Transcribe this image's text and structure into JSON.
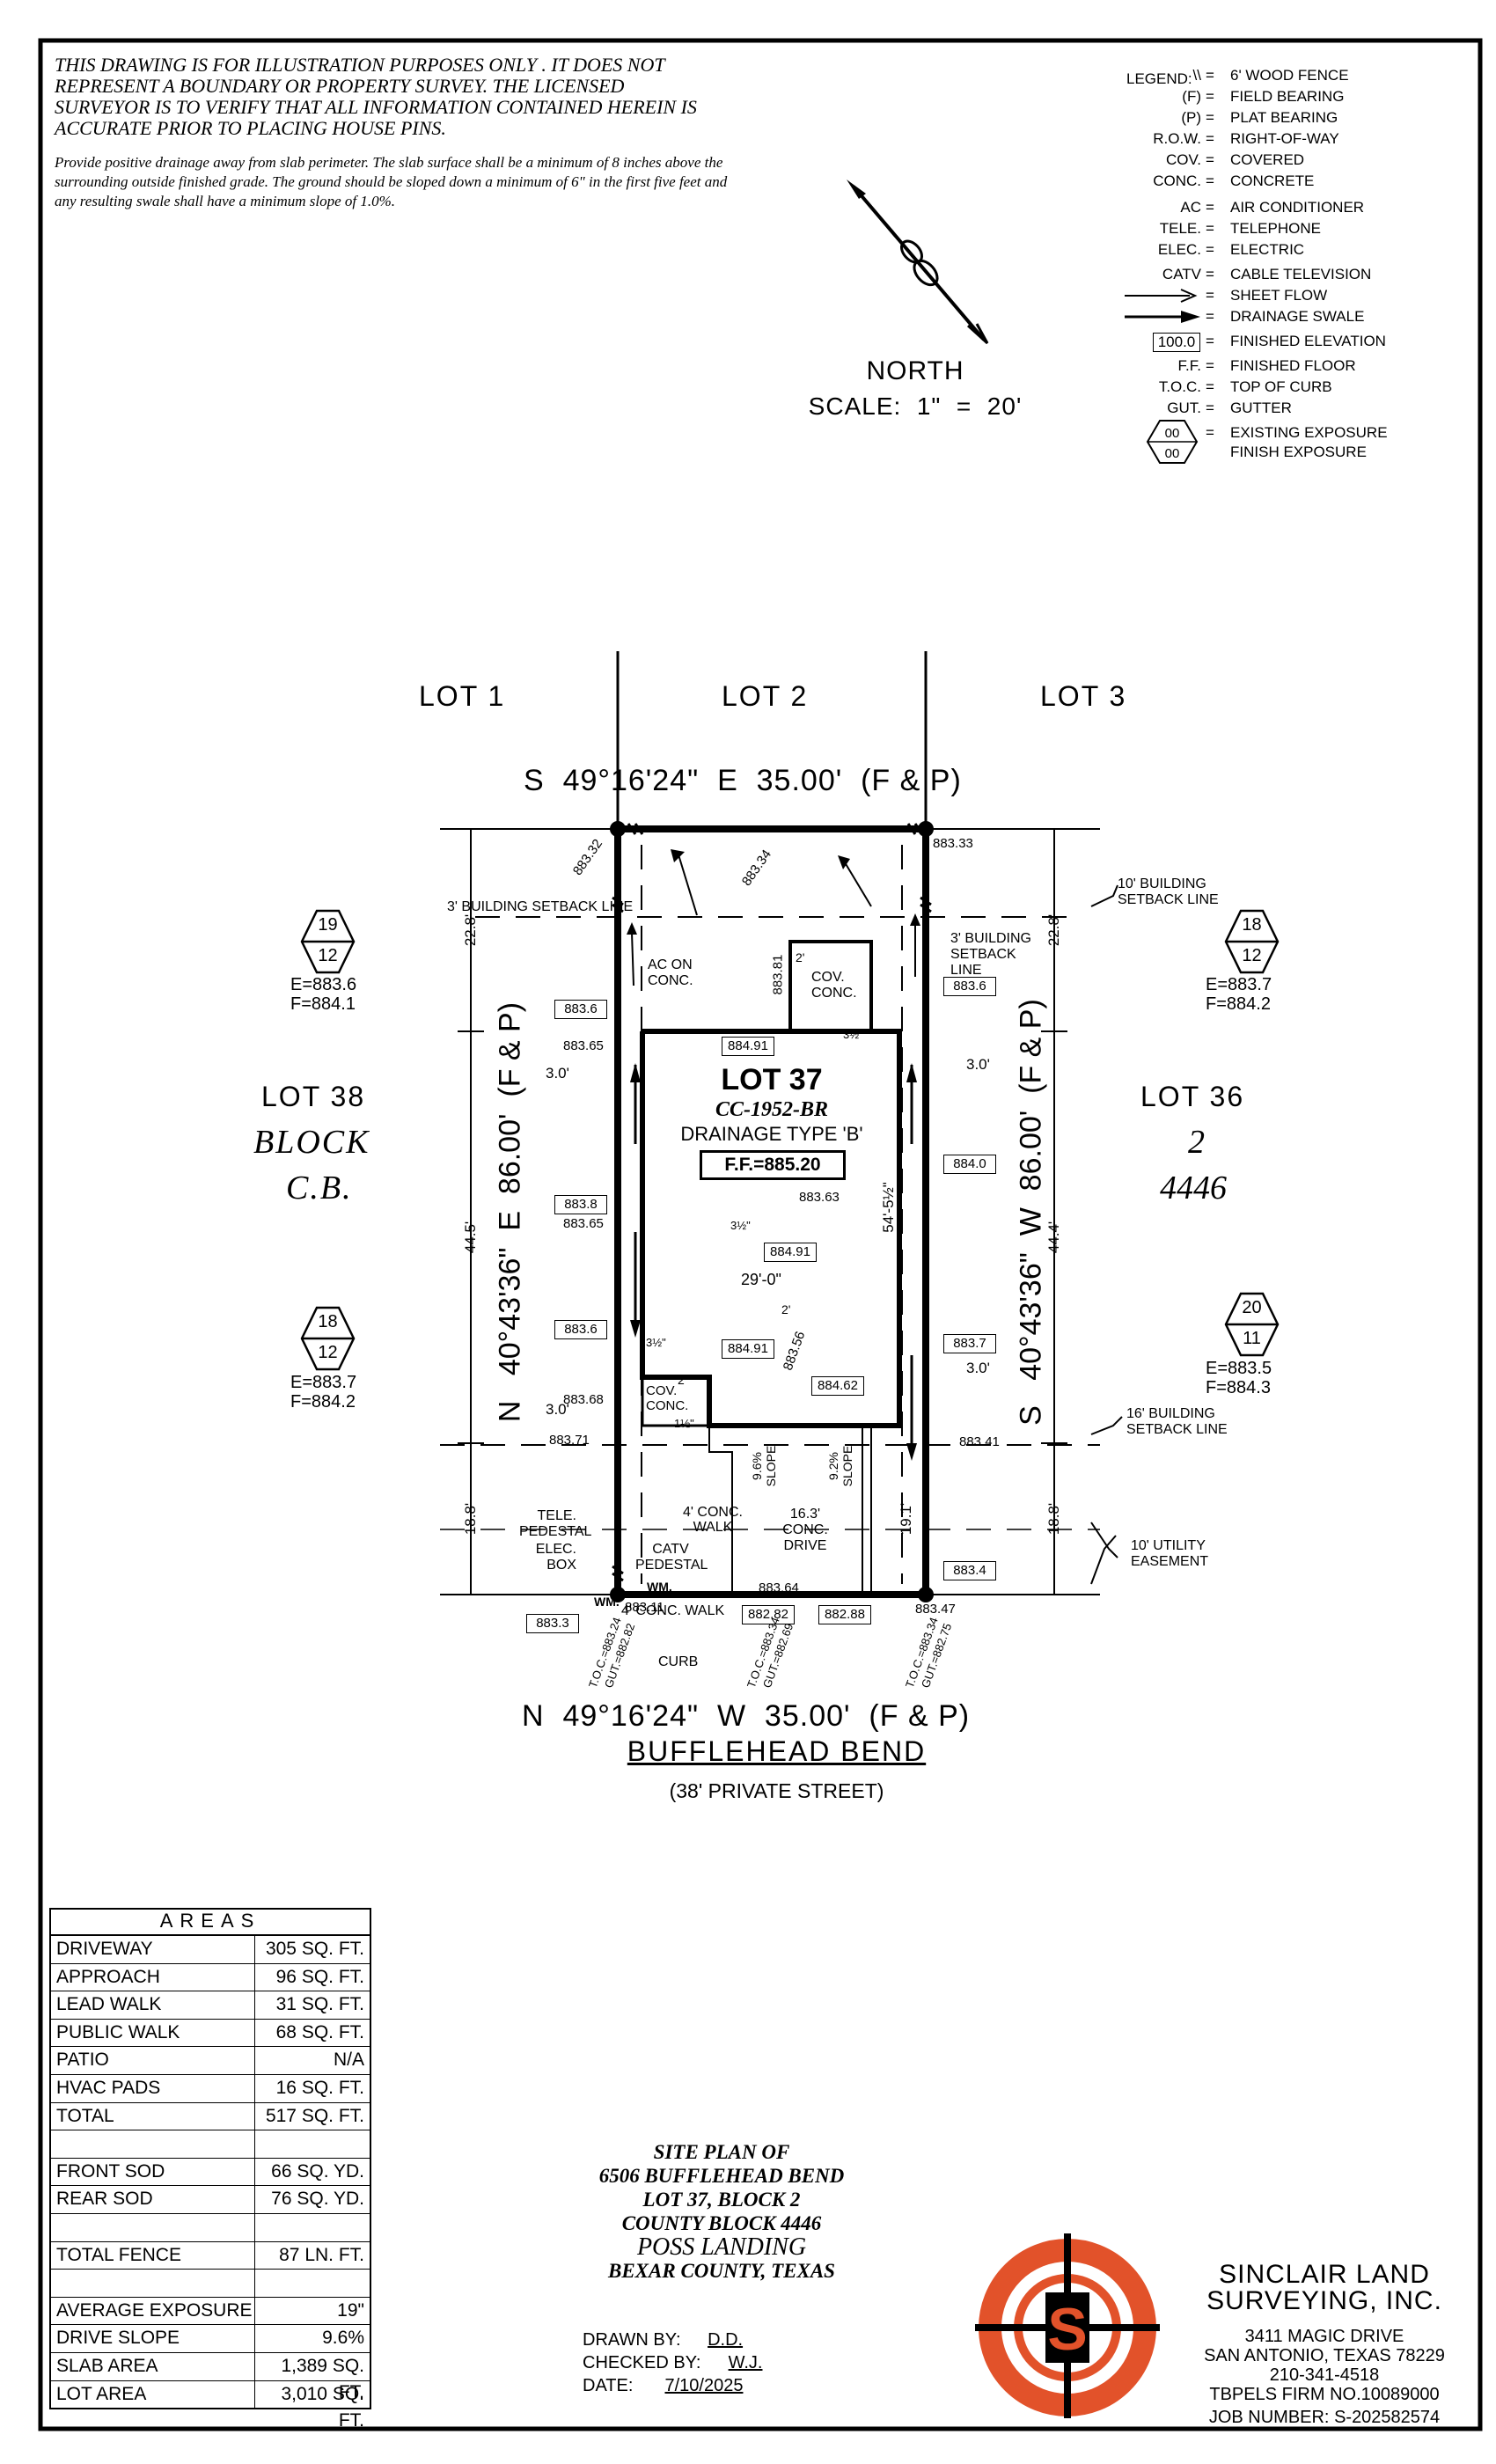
{
  "notes": {
    "disclaimer": "THIS DRAWING IS FOR ILLUSTRATION PURPOSES ONLY . IT DOES NOT REPRESENT A BOUNDARY OR PROPERTY SURVEY. THE LICENSED SURVEYOR IS TO VERIFY THAT ALL INFORMATION CONTAINED HEREIN IS ACCURATE PRIOR TO PLACING HOUSE PINS.",
    "drainage": "Provide positive drainage away from slab perimeter. The slab surface shall be a minimum of 8 inches above the surrounding outside finished grade. The ground should be sloped down a minimum of 6\" in the first five feet and any resulting swale shall have a minimum slope of 1.0%."
  },
  "north": {
    "label": "NORTH",
    "scale": "SCALE:  1\"  =  20'"
  },
  "legend": {
    "title": "LEGEND:",
    "items": [
      {
        "abbr": "\\\\",
        "eq": "=",
        "def": "6' WOOD FENCE"
      },
      {
        "abbr": "(F)",
        "eq": "=",
        "def": "FIELD BEARING"
      },
      {
        "abbr": "(P)",
        "eq": "=",
        "def": "PLAT BEARING"
      },
      {
        "abbr": "R.O.W.",
        "eq": "=",
        "def": "RIGHT-OF-WAY"
      },
      {
        "abbr": "COV.",
        "eq": "=",
        "def": "COVERED"
      },
      {
        "abbr": "CONC.",
        "eq": "=",
        "def": "CONCRETE"
      },
      {
        "abbr": "AC",
        "eq": "=",
        "def": "AIR CONDITIONER"
      },
      {
        "abbr": "TELE.",
        "eq": "=",
        "def": "TELEPHONE"
      },
      {
        "abbr": "ELEC.",
        "eq": "=",
        "def": "ELECTRIC"
      },
      {
        "abbr": "CATV",
        "eq": "=",
        "def": "CABLE TELEVISION"
      },
      {
        "abbr": "",
        "eq": "=",
        "def": "SHEET FLOW"
      },
      {
        "abbr": "",
        "eq": "=",
        "def": "DRAINAGE SWALE"
      },
      {
        "abbr": "100.0",
        "eq": "=",
        "def": "FINISHED ELEVATION"
      },
      {
        "abbr": "F.F.",
        "eq": "=",
        "def": "FINISHED FLOOR"
      },
      {
        "abbr": "T.O.C.",
        "eq": "=",
        "def": "TOP OF CURB"
      },
      {
        "abbr": "GUT.",
        "eq": "=",
        "def": "GUTTER"
      },
      {
        "abbr": "",
        "eq": "=",
        "def": "EXISTING EXPOSURE"
      },
      {
        "abbr": "",
        "eq": "",
        "def": "FINISH EXPOSURE"
      }
    ],
    "hex_sample_top": "00",
    "hex_sample_bottom": "00"
  },
  "plan": {
    "lot_1": "LOT 1",
    "lot_2": "LOT 2",
    "lot_3": "LOT 3",
    "lot_38": "LOT 38",
    "block_label": "BLOCK",
    "block_cb": "C.B.",
    "lot_36": "LOT 36",
    "block_2": "2",
    "county_block": "4446",
    "top_bearing": "S  49°16'24\"  E  35.00'  (F & P)",
    "bottom_bearing": "N  49°16'24\"  W  35.00'  (F & P)",
    "left_bearing": "N   40°43'36\"  E  86.00'  (F & P)",
    "right_bearing": "S   40°43'36\"  W  86.00'  (F & P)",
    "street_name": "BUFFLEHEAD BEND",
    "street_type": "(38' PRIVATE STREET)",
    "lot_number": "LOT 37",
    "plan_code": "CC-1952-BR",
    "drainage_type": "DRAINAGE TYPE 'B'",
    "ff": "F.F.=885.20",
    "dim_22_8": "22.8'",
    "dim_44_5": "44.5'",
    "dim_44_4": "44.4'",
    "dim_18_8": "18.8'",
    "dim_19_1": "19.1'",
    "dim_3_0": "3.0'",
    "dim_29": "29'-0\"",
    "dim_54": "54'-5½\"",
    "dim_16_3": "16.3'",
    "setback_10": "10' BUILDING SETBACK LINE",
    "setback_3_left": "3' BUILDING SETBACK LINE",
    "setback_3_right": "3' BUILDING SETBACK LINE",
    "setback_16": "16' BUILDING SETBACK LINE",
    "utility_easement": "10' UTILITY EASEMENT",
    "ac_on_conc": "AC ON CONC.",
    "cov_conc": "COV. CONC.",
    "conc_walk": "4' CONC. WALK",
    "conc_walk_front": "4' CONC. WALK",
    "conc_drive": "16.3' CONC. DRIVE",
    "tele_pedestal": "TELE. PEDESTAL",
    "elec_box": "ELEC. BOX",
    "catv_pedestal": "CATV PEDESTAL",
    "curb": "CURB",
    "slope_1": "9.6% SLOPE",
    "slope_2": "9.2% SLOPE",
    "wm": "WM.",
    "hex_left_1": [
      "19",
      "12"
    ],
    "hex_left_1_e": "E=883.6",
    "hex_left_1_f": "F=884.1",
    "hex_left_2": [
      "18",
      "12"
    ],
    "hex_left_2_e": "E=883.7",
    "hex_left_2_f": "F=884.2",
    "hex_right_1": [
      "18",
      "12"
    ],
    "hex_right_1_e": "E=883.7",
    "hex_right_1_f": "F=884.2",
    "hex_right_2": [
      "20",
      "11"
    ],
    "hex_right_2_e": "E=883.5",
    "hex_right_2_f": "F=884.3",
    "elevations": {
      "e883_32": "883.32",
      "e883_34": "883.34",
      "e883_33": "883.33",
      "e883_81": "883.81",
      "e883_6a": "883.6",
      "e883_6b": "883.6",
      "e883_65a": "883.65",
      "e884_91a": "884.91",
      "e884_0": "884.0",
      "e883_8": "883.8",
      "e883_65b": "883.65",
      "e883_63": "883.63",
      "e884_91b": "884.91",
      "e883_6c": "883.6",
      "e884_91c": "884.91",
      "e883_56": "883.56",
      "e883_7": "883.7",
      "e884_62": "884.62",
      "e883_68": "883.68",
      "e883_71": "883.71",
      "e883_41": "883.41",
      "e883_4": "883.4",
      "e883_64": "883.64",
      "e883_3": "883.3",
      "e883_11": "883.11",
      "e882_82": "882.82",
      "e882_88": "882.88",
      "e883_47": "883.47"
    },
    "toc_1": "T.O.C.=883.24",
    "gut_1": "GUT.=882.82",
    "toc_2": "T.O.C.=883.34",
    "gut_2": "GUT.=882.69",
    "toc_3": "T.O.C.=883.34",
    "gut_3": "GUT.=882.75",
    "exp_1": "3½\"",
    "exp_2": "3½\"",
    "exp_3": "3½\"",
    "exp_4": "1½\"",
    "two_a": "2'",
    "two_b": "2'",
    "two_c": "2'"
  },
  "areas": {
    "title": "AREAS",
    "rows": [
      {
        "k": "DRIVEWAY",
        "v": "305 SQ. FT."
      },
      {
        "k": "APPROACH",
        "v": "96 SQ. FT."
      },
      {
        "k": "LEAD WALK",
        "v": "31 SQ. FT."
      },
      {
        "k": "PUBLIC WALK",
        "v": "68 SQ. FT."
      },
      {
        "k": "PATIO",
        "v": "N/A"
      },
      {
        "k": "HVAC PADS",
        "v": "16 SQ. FT."
      },
      {
        "k": "TOTAL",
        "v": "517 SQ. FT."
      },
      {
        "k": "",
        "v": ""
      },
      {
        "k": "FRONT SOD",
        "v": "66 SQ. YD."
      },
      {
        "k": "REAR SOD",
        "v": "76 SQ. YD."
      },
      {
        "k": "",
        "v": ""
      },
      {
        "k": "TOTAL FENCE",
        "v": "87 LN. FT."
      },
      {
        "k": "",
        "v": ""
      },
      {
        "k": "AVERAGE EXPOSURE",
        "v": "19\""
      },
      {
        "k": "DRIVE SLOPE",
        "v": "9.6%"
      },
      {
        "k": "SLAB AREA",
        "v": "1,389 SQ. FT."
      },
      {
        "k": "LOT AREA",
        "v": "3,010 SQ. FT."
      }
    ]
  },
  "site_plan": {
    "line1": "SITE PLAN OF",
    "line2": "6506 BUFFLEHEAD BEND",
    "line3": "LOT 37, BLOCK 2",
    "line4": "COUNTY BLOCK 4446",
    "line5": "POSS LANDING",
    "line6": "BEXAR COUNTY, TEXAS"
  },
  "drawn": {
    "drawn_label": "DRAWN BY:",
    "drawn_value": "D.D.",
    "checked_label": "CHECKED BY:",
    "checked_value": "W.J.",
    "date_label": "DATE:",
    "date_value": "7/10/2025"
  },
  "company": {
    "logo_letter": "S",
    "name_1": "SINCLAIR LAND",
    "name_2": "SURVEYING, INC.",
    "address_1": "3411 MAGIC DRIVE",
    "address_2": "SAN ANTONIO, TEXAS 78229",
    "phone": "210-341-4518",
    "firm": "TBPELS FIRM NO.10089000",
    "job_label": "JOB NUMBER:",
    "job_value": "S-202582574"
  },
  "colors": {
    "logo_orange": "#e2522a",
    "ink": "#000000"
  }
}
